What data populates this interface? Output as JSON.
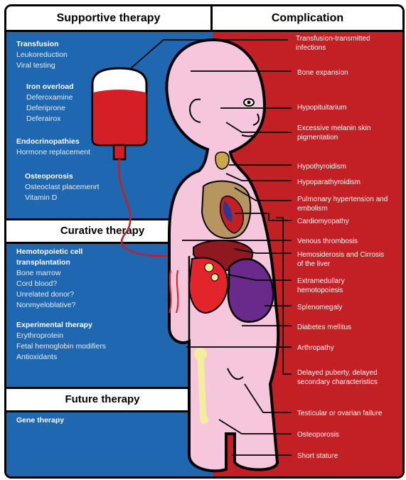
{
  "headers": {
    "supportive": "Supportive therapy",
    "complication": "Complication"
  },
  "bands": {
    "curative": "Curative therapy",
    "future": "Future therapy"
  },
  "supportive_sections": [
    {
      "title": "Transfusion",
      "items": [
        "Leukoreduction",
        "Viral testing"
      ]
    },
    {
      "title": "Iron overload",
      "items": [
        "Deferoxamine",
        "Deferiprone",
        "Deferairox"
      ]
    },
    {
      "title": "Endocrinopathies",
      "items": [
        "Hormone replacement"
      ]
    },
    {
      "title": "Osteoporosis",
      "items": [
        "Osteoclast placemenrt",
        "Vitamin D"
      ]
    }
  ],
  "curative_sections": [
    {
      "title": "Hemotopoietic cell transplantation",
      "items": [
        "Bone marrow",
        "Cord blood?",
        "Unrelated donor?",
        "Nonmyeloblative?"
      ]
    },
    {
      "title": "Experimental therapy",
      "items": [
        "Erythroprotein",
        "Fetal hemoglobin modifiers",
        "Antioxidants"
      ]
    }
  ],
  "future_sections": [
    {
      "title": "Gene therapy",
      "items": []
    }
  ],
  "complications": [
    "Transfusion-transmitted infections",
    "Bone expansion",
    "Hypopituitarium",
    "Excessive melanin skin pigmentation",
    "Hypothyroidism",
    "Hypoparathyroidism",
    "Pulmonary hypertension and embolism",
    "Cardiomyopathy",
    "Venous thrombosis",
    "Hemosiderosis and Cirrosis of the liver",
    "Extramedullary hemotopoiesis",
    "Splenomegaly",
    "Diabetes mellitus",
    "Arthropathy",
    "Delayed puberty, delayed secondary characteristics",
    "Testicular or ovarian failure",
    "Osteoporosis",
    "Short stature"
  ],
  "colors": {
    "left_panel": "#1f67b1",
    "right_panel": "#c32025",
    "body": "#f6c6dc",
    "blood": "#d51f26",
    "spleen": "#6a2a8c",
    "lung": "#b79561",
    "bone": "#f4ee9c"
  }
}
